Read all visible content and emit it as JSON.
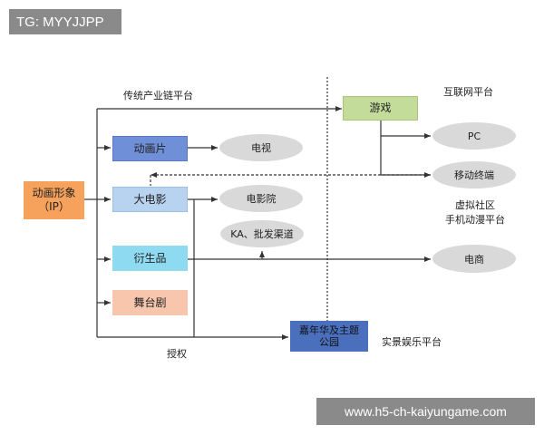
{
  "watermark_top": "TG: MYYJJPP",
  "watermark_bottom": "www.h5-ch-kaiyungame.com",
  "colors": {
    "ip": "#f7a25c",
    "animation": "#6f8fd8",
    "film": "#b8d3ef",
    "merch": "#8edaf0",
    "stage": "#f7c6ad",
    "game": "#c3dc9a",
    "carnival": "#4a6fbd",
    "ellipse": "#d9d9d9",
    "line": "#333333"
  },
  "nodes": {
    "ip": "动画形象\n（IP）",
    "animation": "动画片",
    "film": "大电影",
    "merch": "衍生品",
    "stage": "舞台剧",
    "game": "游戏",
    "carnival": "嘉年华及主题\n公园"
  },
  "ellipses": {
    "tv": "电视",
    "cinema": "电影院",
    "ka": "KA、批发渠道",
    "pc": "PC",
    "mobile": "移动终端",
    "ecommerce": "电商"
  },
  "labels": {
    "traditional": "传统产业链平台",
    "internet": "互联网平台",
    "virtual_community": "虚拟社区",
    "mobile_comic": "手机动漫平台",
    "realworld": "实景娱乐平台",
    "license": "授权"
  }
}
